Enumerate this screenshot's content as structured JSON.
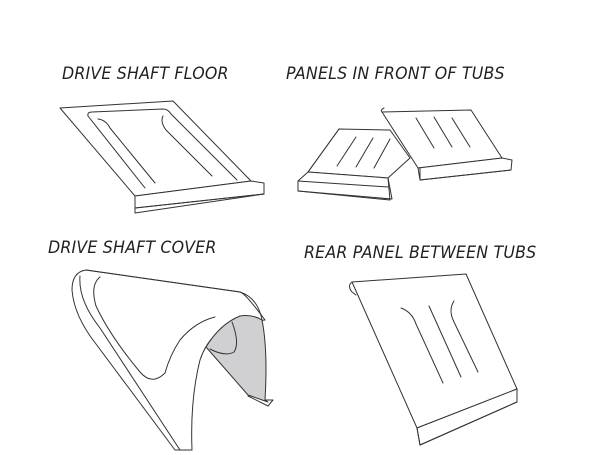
{
  "panels": [
    {
      "id": "drive-shaft-floor",
      "label": "DRIVE SHAFT FLOOR"
    },
    {
      "id": "panels-in-front-of-tubs",
      "label": "PANELS IN FRONT OF TUBS"
    },
    {
      "id": "drive-shaft-cover",
      "label": "DRIVE SHAFT COVER"
    },
    {
      "id": "rear-panel-between-tubs",
      "label": "REAR PANEL BETWEEN TUBS"
    }
  ],
  "colors": {
    "line": "#333333",
    "shade": "#d0d0d2",
    "text": "#231f20",
    "background": "#ffffff"
  }
}
